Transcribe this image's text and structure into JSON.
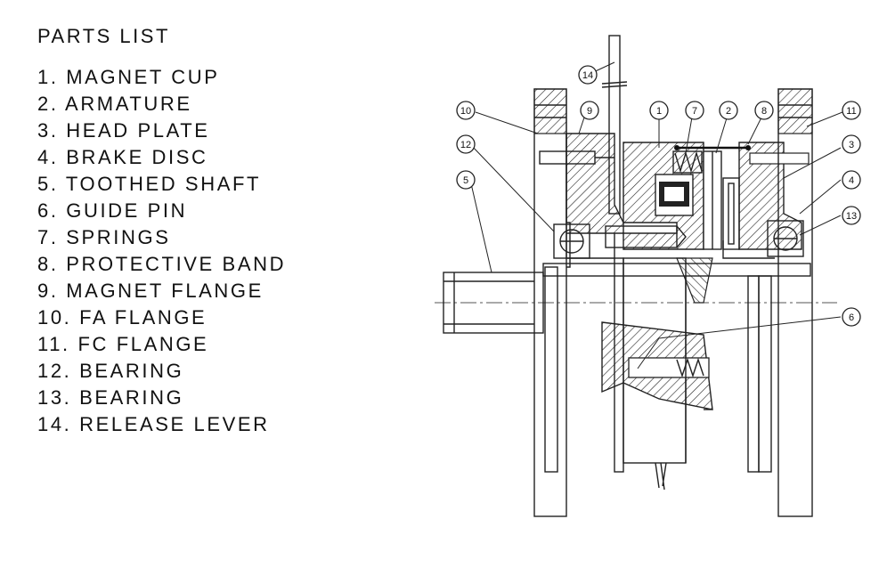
{
  "title": "PARTS LIST",
  "parts": [
    "1. MAGNET CUP",
    "2. ARMATURE",
    "3. HEAD PLATE",
    "4. BRAKE DISC",
    "5. TOOTHED SHAFT",
    "6. GUIDE PIN",
    "7. SPRINGS",
    "8. PROTECTIVE BAND",
    "9. MAGNET FLANGE",
    "10. FA FLANGE",
    "11. FC FLANGE",
    "12. BEARING",
    "13. BEARING",
    "14. RELEASE LEVER"
  ],
  "callouts": [
    "14",
    "10",
    "9",
    "1",
    "7",
    "2",
    "8",
    "11",
    "12",
    "3",
    "5",
    "4",
    "13",
    "6"
  ]
}
